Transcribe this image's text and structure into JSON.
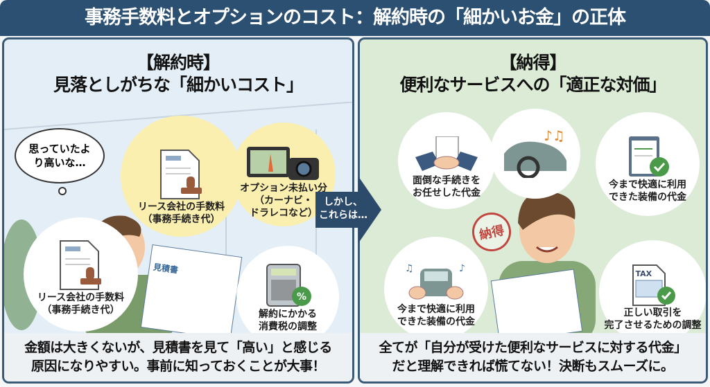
{
  "header": {
    "title": "事務手数料とオプションのコスト：解約時の「細かいお金」の正体"
  },
  "left": {
    "title_line1": "【解約時】",
    "title_line2": "見落としがちな「細かいコスト」",
    "thought": "思っていたより高いな…",
    "bubbles": [
      {
        "icon": "document-stamp-icon",
        "line1": "リース会社の手数料",
        "line2": "（事務手続き代）"
      },
      {
        "icon": "car-navigation-dashcam-icon",
        "line1": "オプション未払い分",
        "line2": "（カーナビ・",
        "line3": "ドラレコなど）"
      },
      {
        "icon": "document-stamp-icon",
        "line1": "リース会社の手数料",
        "line2": "（事務手続き代）"
      },
      {
        "icon": "calculator-percent-icon",
        "line1": "解約にかかる",
        "line2": "消費税の調整"
      }
    ],
    "document_label": "見積書",
    "caption_line1": "金額は大きくないが、見積書を見て「高い」と感じる",
    "caption_line2": "原因になりやすい。事前に知っておくことが大事！"
  },
  "arrow": {
    "line1": "しかし、",
    "line2": "これらは…"
  },
  "right": {
    "title_line1": "【納得】",
    "title_line2": "便利なサービスへの「適正な対価」",
    "stamp": "納得",
    "bubbles": [
      {
        "icon": "handshake-icon",
        "line1": "面倒な手続きを",
        "line2": "お任せした代金"
      },
      {
        "icon": "car-music-icon"
      },
      {
        "icon": "clipboard-check-icon",
        "line1": "今まで快適に利用",
        "line2": "できた装備の代金"
      },
      {
        "icon": "car-steering-music-icon",
        "line1": "今まで快適に利用",
        "line2": "できた装備の代金"
      },
      {
        "icon": "tax-document-check-icon",
        "tax": "TAX",
        "line1": "正しい取引を",
        "line2": "完了させるための調整"
      }
    ],
    "caption_line1": "全てが「自分が受けた便利なサービスに対する代金」",
    "caption_line2": "だと理解できれば慌てない！決断もスムーズに。"
  },
  "colors": {
    "header": "#2c5072",
    "left_bg": "#e4eef6",
    "right_bg": "#dcebd6",
    "yellow": "#fbefb0",
    "stamp": "#c0463f"
  }
}
